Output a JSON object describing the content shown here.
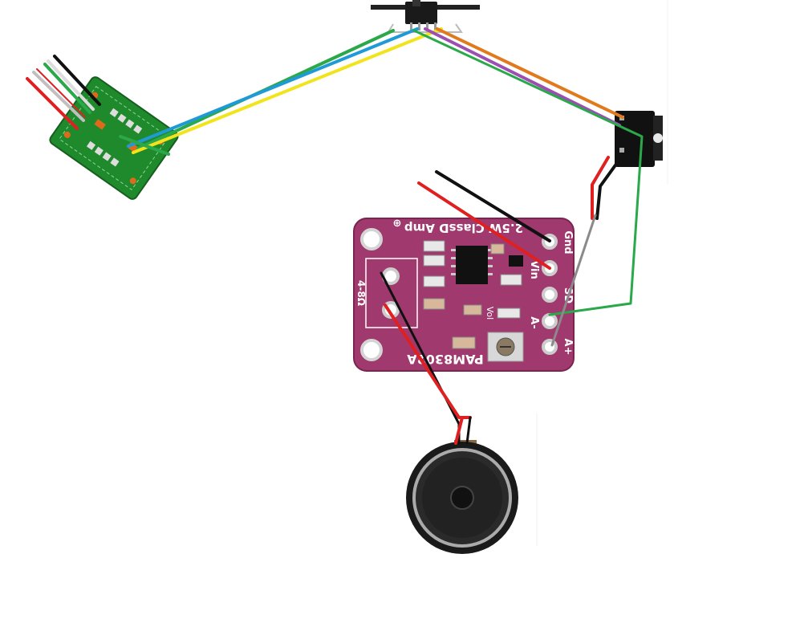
{
  "amp": {
    "title": "2.5W ClassD Amp",
    "model": "PAM8302A",
    "ohms": "4-8Ω",
    "pins": [
      "Gnd",
      "Vin",
      "SD",
      "A-",
      "A+"
    ],
    "vol_label": "Vol"
  },
  "colors": {
    "board_purple": "#a0396d",
    "board_green": "#1f8a2c",
    "wire_green": "#2aa84a",
    "wire_blue": "#1e9ad6",
    "wire_yellow": "#f2e41c",
    "wire_orange": "#e07a1c",
    "wire_purple": "#9b4fb2",
    "wire_red": "#e02020",
    "wire_black": "#111111",
    "wire_gray": "#8a8a8a"
  },
  "components": [
    "green-breakout-board",
    "top-switch-connector",
    "audio-jack",
    "amplifier-board",
    "speaker"
  ]
}
